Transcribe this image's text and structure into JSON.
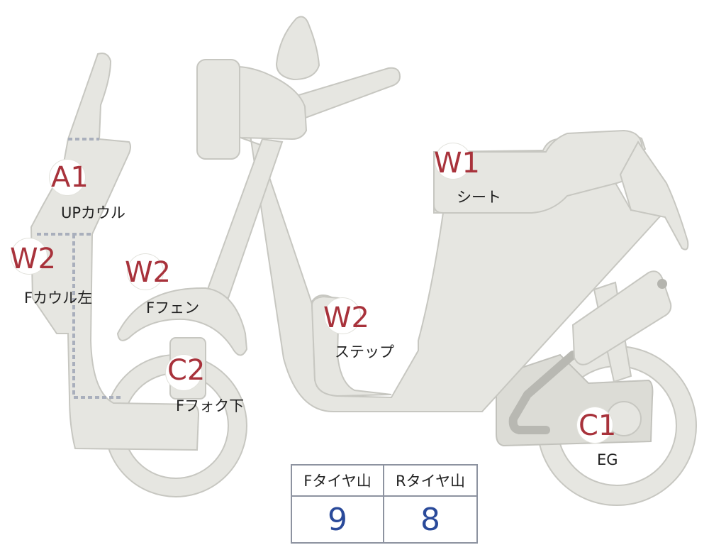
{
  "parts": [
    {
      "id": "up-cowl",
      "grade": "A1",
      "label": "UPカウル"
    },
    {
      "id": "f-cowl-left",
      "grade": "W2",
      "label": "Fカウル左"
    },
    {
      "id": "f-fender",
      "grade": "W2",
      "label": "Fフェン"
    },
    {
      "id": "step",
      "grade": "W2",
      "label": "ステップ"
    },
    {
      "id": "seat",
      "grade": "W1",
      "label": "シート"
    },
    {
      "id": "f-fork-lower",
      "grade": "C2",
      "label": "Fフォク下"
    },
    {
      "id": "engine",
      "grade": "C1",
      "label": "EG"
    }
  ],
  "tyre_table": {
    "headers": [
      "Fタイヤ山",
      "Rタイヤ山"
    ],
    "values": [
      "9",
      "8"
    ]
  },
  "colors": {
    "body_fill": "#e6e6e1",
    "outline": "#c7c7c1",
    "grade_text": "#a8323b",
    "tyre_value_text": "#2a4a9a",
    "dash_lines": "#a9afbc"
  }
}
